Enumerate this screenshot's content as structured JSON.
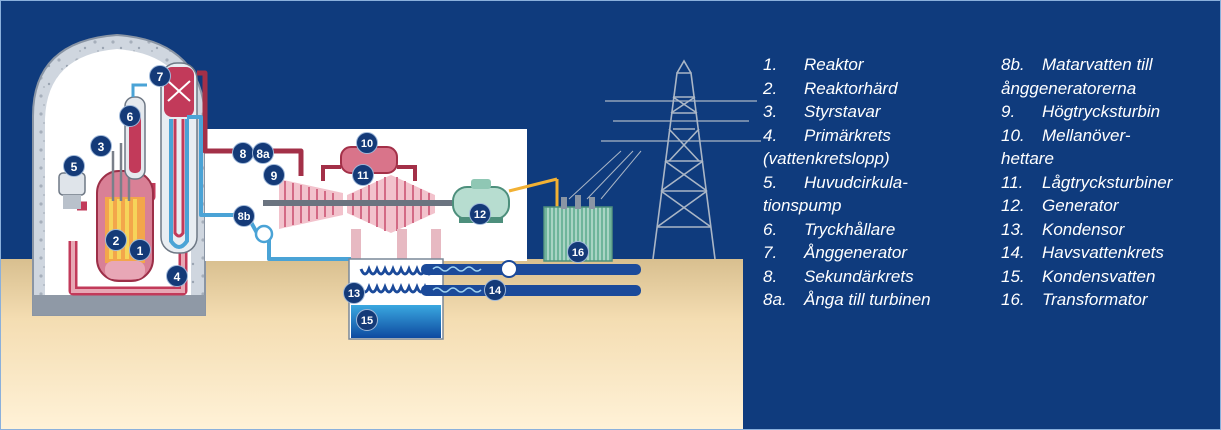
{
  "callouts": {
    "c1": "1",
    "c2": "2",
    "c3": "3",
    "c4": "4",
    "c5": "5",
    "c6": "6",
    "c7": "7",
    "c8": "8",
    "c8a": "8a",
    "c8b": "8b",
    "c9": "9",
    "c10": "10",
    "c11": "11",
    "c12": "12",
    "c13": "13",
    "c14": "14",
    "c15": "15",
    "c16": "16"
  },
  "legend": {
    "left": [
      {
        "num": "1.",
        "text": "Reaktor"
      },
      {
        "num": "2.",
        "text": "Reaktorhärd"
      },
      {
        "num": "3.",
        "text": "Styrstavar"
      },
      {
        "num": "4.",
        "text": "Primärkrets",
        "cont": "(vattenkretslopp)"
      },
      {
        "num": "5.",
        "text": "Huvudcirkula-",
        "cont": "tionspump"
      },
      {
        "num": "6.",
        "text": "Tryckhållare"
      },
      {
        "num": "7.",
        "text": "Ånggenerator"
      },
      {
        "num": "8.",
        "text": "Sekundärkrets"
      },
      {
        "num": "8a.",
        "text": "Ånga till turbinen"
      }
    ],
    "right": [
      {
        "num": "8b.",
        "text": "Matarvatten till",
        "cont": "ånggeneratorerna"
      },
      {
        "num": "9.",
        "text": "Högtrycksturbin"
      },
      {
        "num": "10.",
        "text": "Mellanöver-",
        "cont": "hettare"
      },
      {
        "num": "11.",
        "text": "Lågtrycksturbiner"
      },
      {
        "num": "12.",
        "text": "Generator"
      },
      {
        "num": "13.",
        "text": "Kondensor"
      },
      {
        "num": "14.",
        "text": "Havsvattenkrets"
      },
      {
        "num": "15.",
        "text": "Kondensvatten"
      },
      {
        "num": "16.",
        "text": "Transformator"
      }
    ]
  },
  "colors": {
    "background": "#0f3b7d",
    "ground": "#fbe6bf",
    "primary_loop": "#c23a5a",
    "secondary_loop": "#4aa3d6",
    "seawater": "#1b4a9a"
  }
}
